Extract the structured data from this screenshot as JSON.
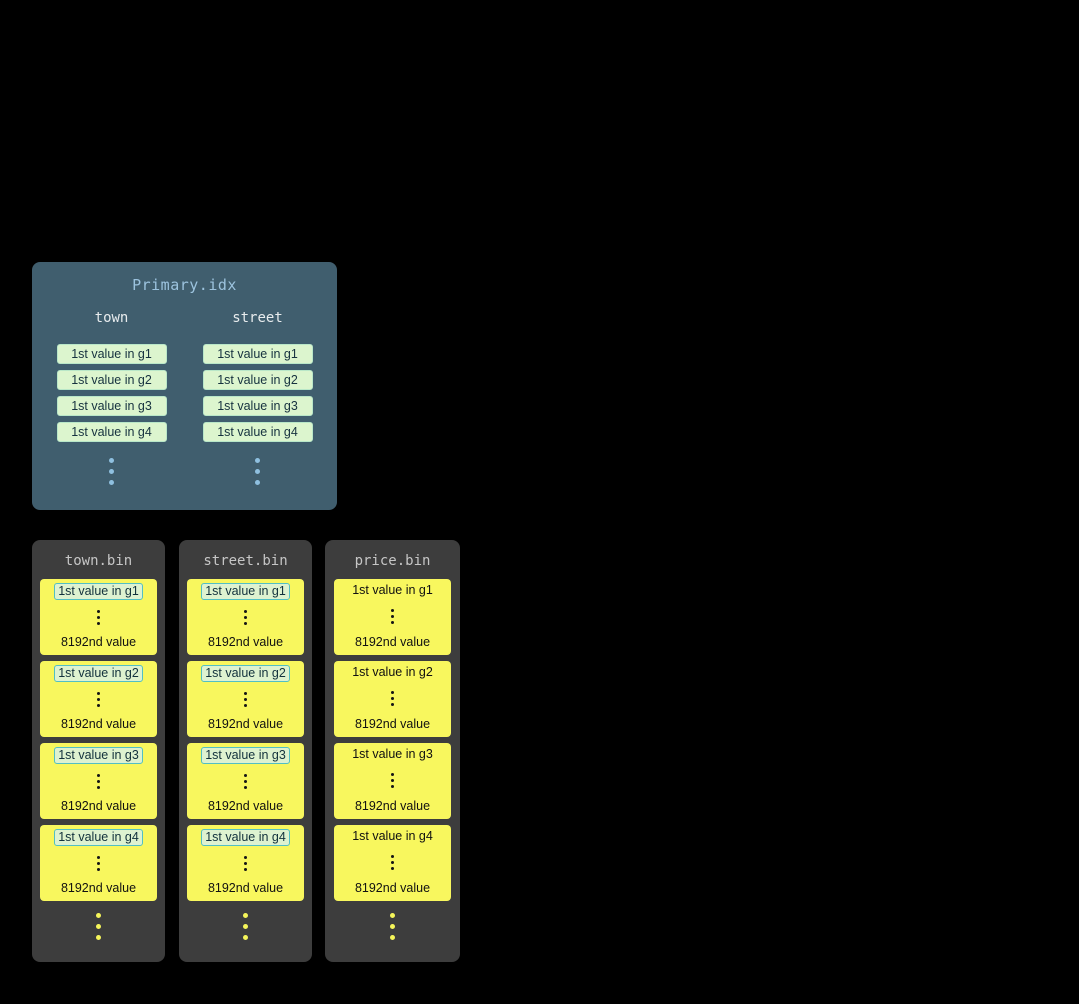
{
  "primary_index": {
    "title": "Primary.idx",
    "columns": [
      {
        "name": "town",
        "entries": [
          "1st value in g1",
          "1st value in g2",
          "1st value in g3",
          "1st value in g4"
        ]
      },
      {
        "name": "street",
        "entries": [
          "1st value in g1",
          "1st value in g2",
          "1st value in g3",
          "1st value in g4"
        ]
      }
    ]
  },
  "bins": [
    {
      "title": "town.bin",
      "granules": [
        {
          "first": "1st value in g1",
          "last": "8192nd value"
        },
        {
          "first": "1st value in g2",
          "last": "8192nd value"
        },
        {
          "first": "1st value in g3",
          "last": "8192nd value"
        },
        {
          "first": "1st value in g4",
          "last": "8192nd value"
        }
      ]
    },
    {
      "title": "street.bin",
      "granules": [
        {
          "first": "1st value in g1",
          "last": "8192nd value"
        },
        {
          "first": "1st value in g2",
          "last": "8192nd value"
        },
        {
          "first": "1st value in g3",
          "last": "8192nd value"
        },
        {
          "first": "1st value in g4",
          "last": "8192nd value"
        }
      ]
    },
    {
      "title": "price.bin",
      "granules": [
        {
          "first": "1st value in g1",
          "last": "8192nd value"
        },
        {
          "first": "1st value in g2",
          "last": "8192nd value"
        },
        {
          "first": "1st value in g3",
          "last": "8192nd value"
        },
        {
          "first": "1st value in g4",
          "last": "8192nd value"
        }
      ]
    }
  ],
  "colors": {
    "background": "#000000",
    "primary_panel_bg": "#405e6e",
    "primary_title": "#9cc3de",
    "column_header": "#e8ecee",
    "index_entry_bg": "#dcf5ce",
    "index_entry_border": "#b9e7c8",
    "bin_panel_bg": "#3d3d3d",
    "bin_title": "#c6c6c6",
    "granule_bg": "#f8f75e",
    "highlight_bg": "#def2d0",
    "highlight_border": "#52bfc4",
    "dot_blue": "#8fc0e0",
    "dot_yellow": "#f5f55a"
  }
}
